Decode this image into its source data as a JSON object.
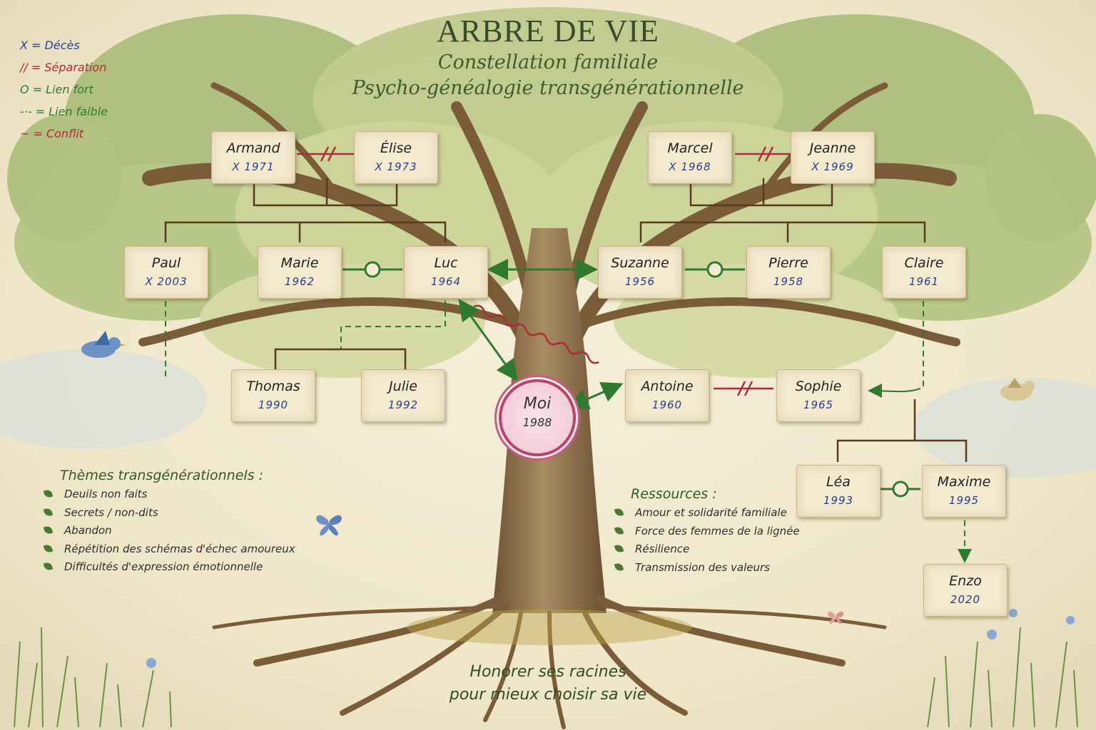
{
  "title": "ARBRE DE VIE",
  "subtitle1": "Constellation familiale",
  "subtitle2": "Psycho-généalogie transgénérationnelle",
  "legend": [
    {
      "symbol": "X",
      "label": "= Décès",
      "color": "#2b3f9a"
    },
    {
      "symbol": "//",
      "label": "= Séparation",
      "color": "#b02a3a"
    },
    {
      "symbol": "O",
      "label": "= Lien fort",
      "color": "#2f7a2f"
    },
    {
      "symbol": "-·-",
      "label": "= Lien faible",
      "color": "#2f7a2f"
    },
    {
      "symbol": "~",
      "label": "= Conflit",
      "color": "#b02a3a"
    }
  ],
  "people": {
    "armand": {
      "name": "Armand",
      "year": "X 1971"
    },
    "elise": {
      "name": "Élise",
      "year": "X 1973"
    },
    "marcel": {
      "name": "Marcel",
      "year": "X 1968"
    },
    "jeanne": {
      "name": "Jeanne",
      "year": "X 1969"
    },
    "paul": {
      "name": "Paul",
      "year": "X 2003"
    },
    "marie": {
      "name": "Marie",
      "year": "1962"
    },
    "luc": {
      "name": "Luc",
      "year": "1964"
    },
    "suzanne": {
      "name": "Suzanne",
      "year": "1956"
    },
    "pierre": {
      "name": "Pierre",
      "year": "1958"
    },
    "claire": {
      "name": "Claire",
      "year": "1961"
    },
    "thomas": {
      "name": "Thomas",
      "year": "1990"
    },
    "julie": {
      "name": "Julie",
      "year": "1992"
    },
    "moi": {
      "name": "Moi",
      "year": "1988"
    },
    "antoine": {
      "name": "Antoine",
      "year": "1960"
    },
    "sophie": {
      "name": "Sophie",
      "year": "1965"
    },
    "lea": {
      "name": "Léa",
      "year": "1993"
    },
    "maxime": {
      "name": "Maxime",
      "year": "1995"
    },
    "enzo": {
      "name": "Enzo",
      "year": "2020"
    }
  },
  "themes": {
    "title": "Thèmes transgénérationnels :",
    "items": [
      "Deuils non faits",
      "Secrets / non-dits",
      "Abandon",
      "Répétition des schémas d'échec amoureux",
      "Difficultés d'expression émotionnelle"
    ]
  },
  "resources": {
    "title": "Ressources :",
    "items": [
      "Amour et solidarité familiale",
      "Force des femmes de la lignée",
      "Résilience",
      "Transmission des valeurs"
    ]
  },
  "motto": {
    "line1": "Honorer ses racines",
    "line2": "pour mieux choisir sa vie"
  },
  "colors": {
    "strong": "#2f7a2f",
    "conflict": "#b02a3a",
    "branch": "#5a3a1e",
    "death": "#2b3f9a"
  }
}
